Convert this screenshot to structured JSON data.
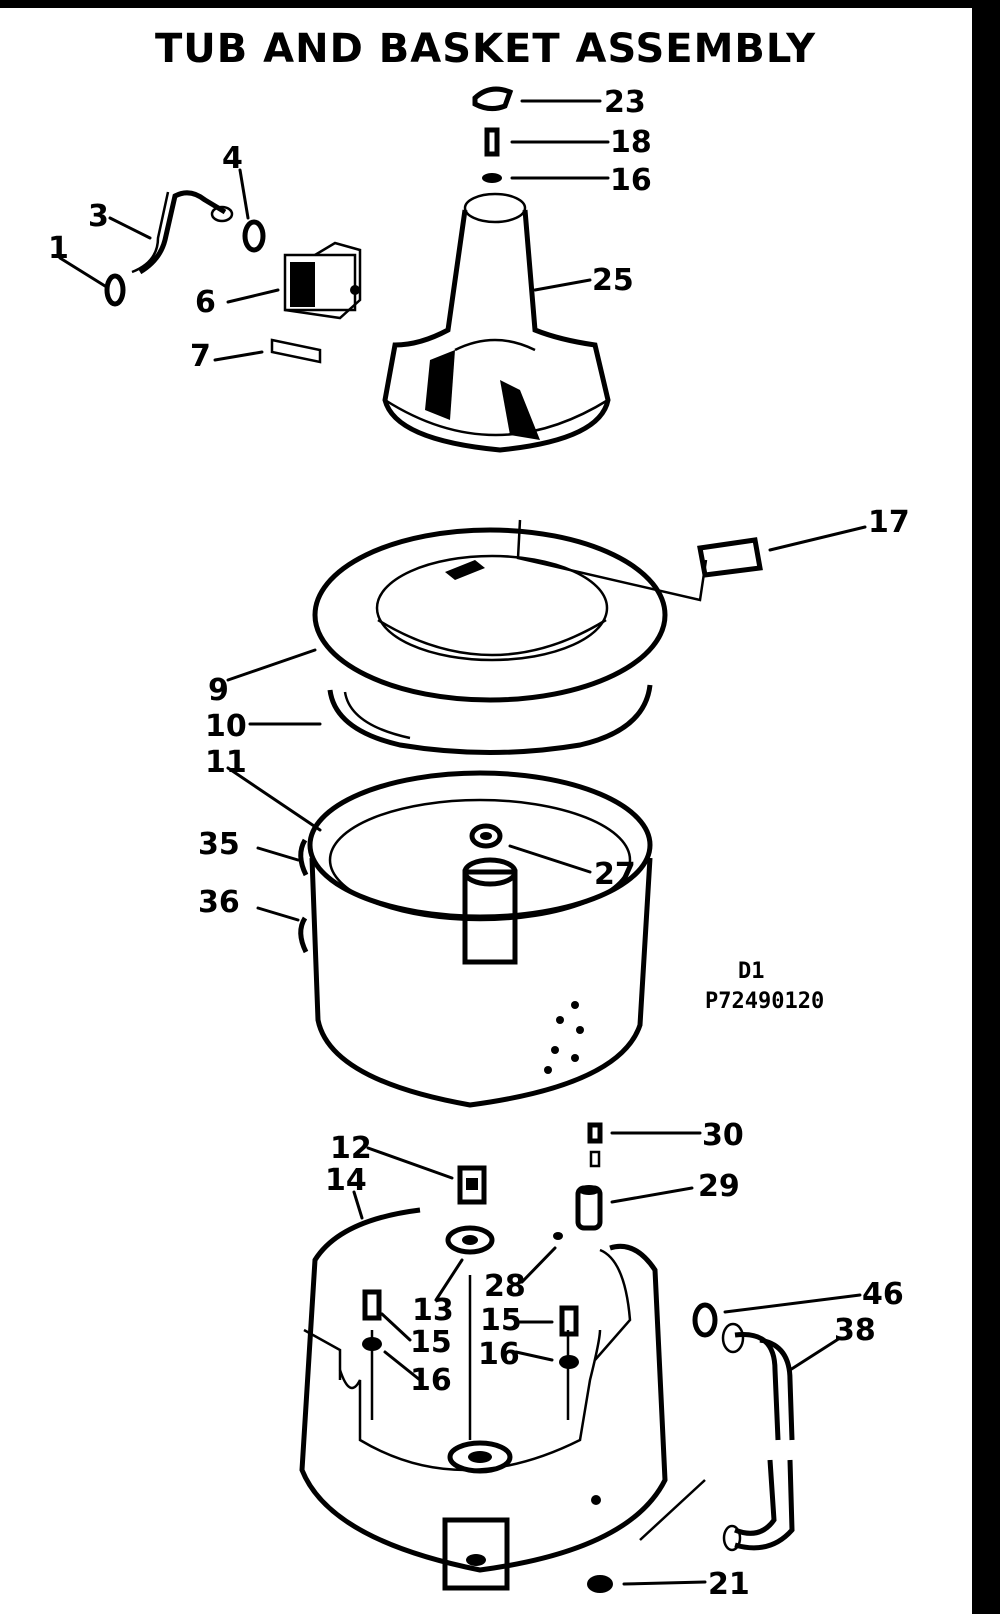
{
  "title": "TUB AND BASKET ASSEMBLY",
  "diagram_code": {
    "line1": "D1",
    "line2": "P72490120"
  },
  "callouts": [
    "1",
    "3",
    "4",
    "6",
    "7",
    "23",
    "18",
    "16",
    "25",
    "17",
    "9",
    "10",
    "11",
    "35",
    "36",
    "27",
    "30",
    "29",
    "12",
    "14",
    "13",
    "28",
    "15",
    "16",
    "15",
    "16",
    "46",
    "38",
    "21"
  ]
}
